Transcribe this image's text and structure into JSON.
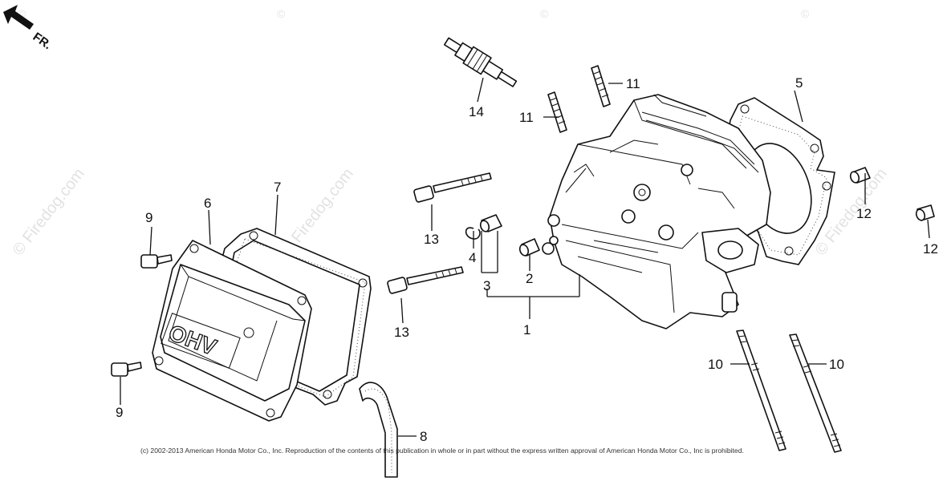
{
  "direction_marker": {
    "label": "FR.",
    "icon": "front-arrow-icon"
  },
  "watermark": {
    "text": "© Firedog.com",
    "short": "©"
  },
  "callouts": [
    {
      "id": "c1",
      "label": "1"
    },
    {
      "id": "c2",
      "label": "2"
    },
    {
      "id": "c3",
      "label": "3"
    },
    {
      "id": "c4",
      "label": "4"
    },
    {
      "id": "c5",
      "label": "5"
    },
    {
      "id": "c6",
      "label": "6"
    },
    {
      "id": "c7",
      "label": "7"
    },
    {
      "id": "c8",
      "label": "8"
    },
    {
      "id": "c9a",
      "label": "9"
    },
    {
      "id": "c9b",
      "label": "9"
    },
    {
      "id": "c10a",
      "label": "10"
    },
    {
      "id": "c10b",
      "label": "10"
    },
    {
      "id": "c11a",
      "label": "11"
    },
    {
      "id": "c11b",
      "label": "11"
    },
    {
      "id": "c12a",
      "label": "12"
    },
    {
      "id": "c12b",
      "label": "12"
    },
    {
      "id": "c13a",
      "label": "13"
    },
    {
      "id": "c13b",
      "label": "13"
    },
    {
      "id": "c14",
      "label": "14"
    }
  ],
  "cover_marking": "OHV",
  "copyright": "(c) 2002-2013 American Honda Motor Co., Inc. Reproduction of the contents of this publication in whole or in part without the express written approval of American Honda Motor Co., Inc is prohibited."
}
